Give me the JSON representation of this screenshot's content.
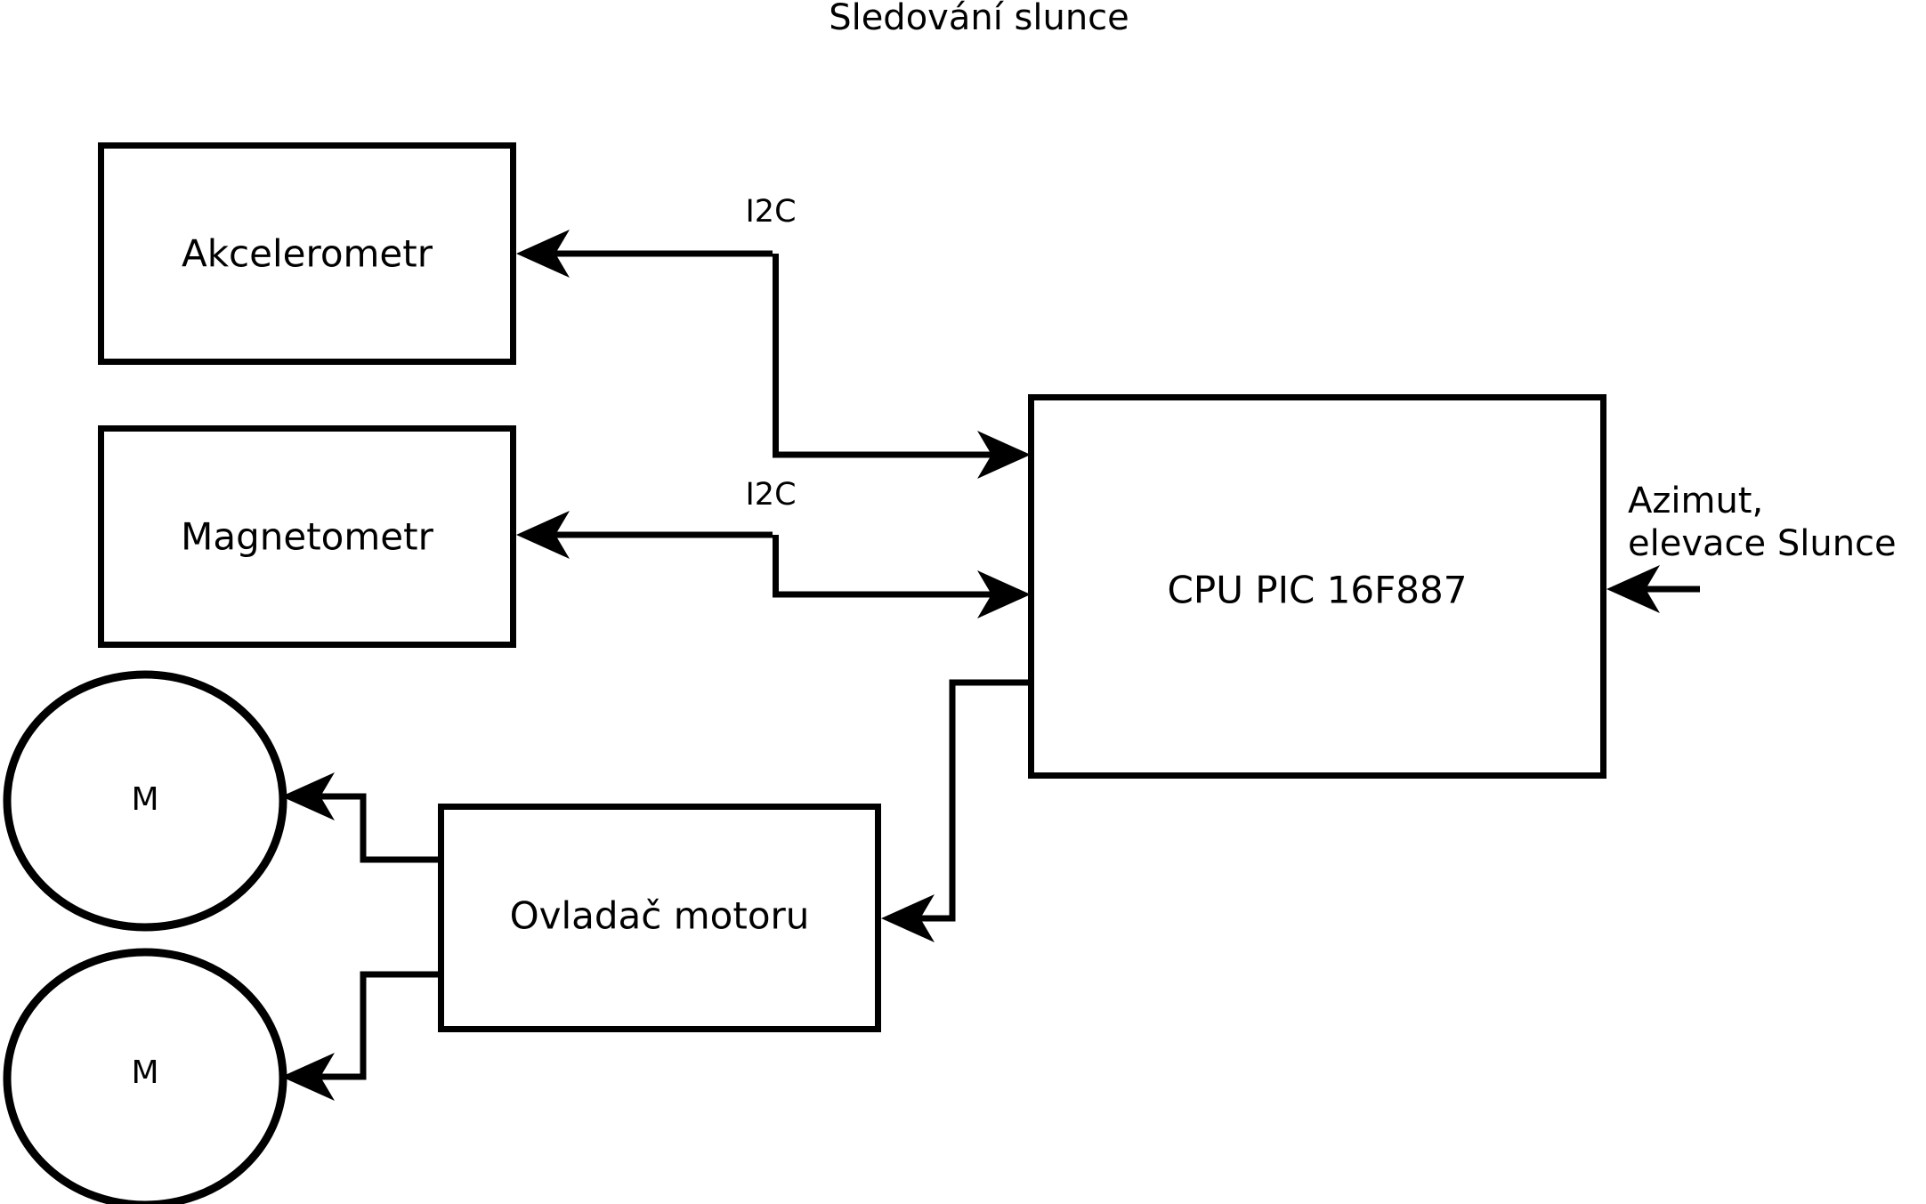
{
  "diagram": {
    "title": "Sledování slunce",
    "background_color": "#ffffff",
    "stroke_color": "#000000",
    "nodes": {
      "accelerometer": {
        "label": "Akcelerometr",
        "shape": "rectangle"
      },
      "magnetometer": {
        "label": "Magnetometr",
        "shape": "rectangle"
      },
      "cpu": {
        "label": "CPU PIC 16F887",
        "shape": "rectangle"
      },
      "motor_driver": {
        "label": "Ovladač motoru",
        "shape": "rectangle"
      },
      "motor_top": {
        "label": "M",
        "shape": "circle"
      },
      "motor_bottom": {
        "label": "M",
        "shape": "circle"
      }
    },
    "edge_labels": {
      "i2c_accelerometer": "I2C",
      "i2c_magnetometer": "I2C",
      "sun_input_line1": "Azimut,",
      "sun_input_line2": "elevace Slunce"
    }
  }
}
